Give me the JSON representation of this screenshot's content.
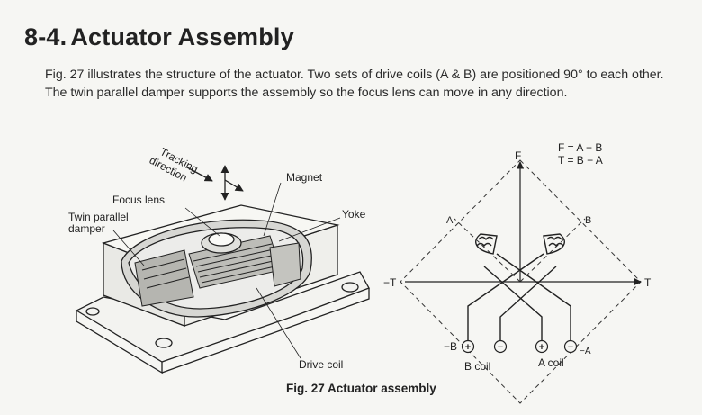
{
  "section": {
    "number": "8-4.",
    "title": "Actuator Assembly"
  },
  "body_text": "Fig. 27 illustrates the structure of the actuator. Two sets of drive coils (A & B) are positioned 90° to each other. The twin parallel damper supports the assembly so the focus lens can move in any direction.",
  "figure": {
    "caption": "Fig. 27  Actuator assembly",
    "assembly_labels": {
      "tracking_line1": "Tracking",
      "tracking_line2": "direction",
      "magnet": "Magnet",
      "focus_lens": "Focus lens",
      "twin_parallel_line1": "Twin parallel",
      "twin_parallel_line2": "damper",
      "yoke": "Yoke",
      "drive_coil": "Drive coil"
    },
    "diagram_labels": {
      "eq1": "F = A + B",
      "eq2": "T = B − A",
      "F": "F",
      "A": "A",
      "B": "B",
      "neg_T": "−T",
      "T": "T",
      "neg_B": "−B",
      "neg_A": "−A",
      "b_coil": "B coil",
      "a_coil": "A coil",
      "plus": "+",
      "minus": "−"
    }
  }
}
